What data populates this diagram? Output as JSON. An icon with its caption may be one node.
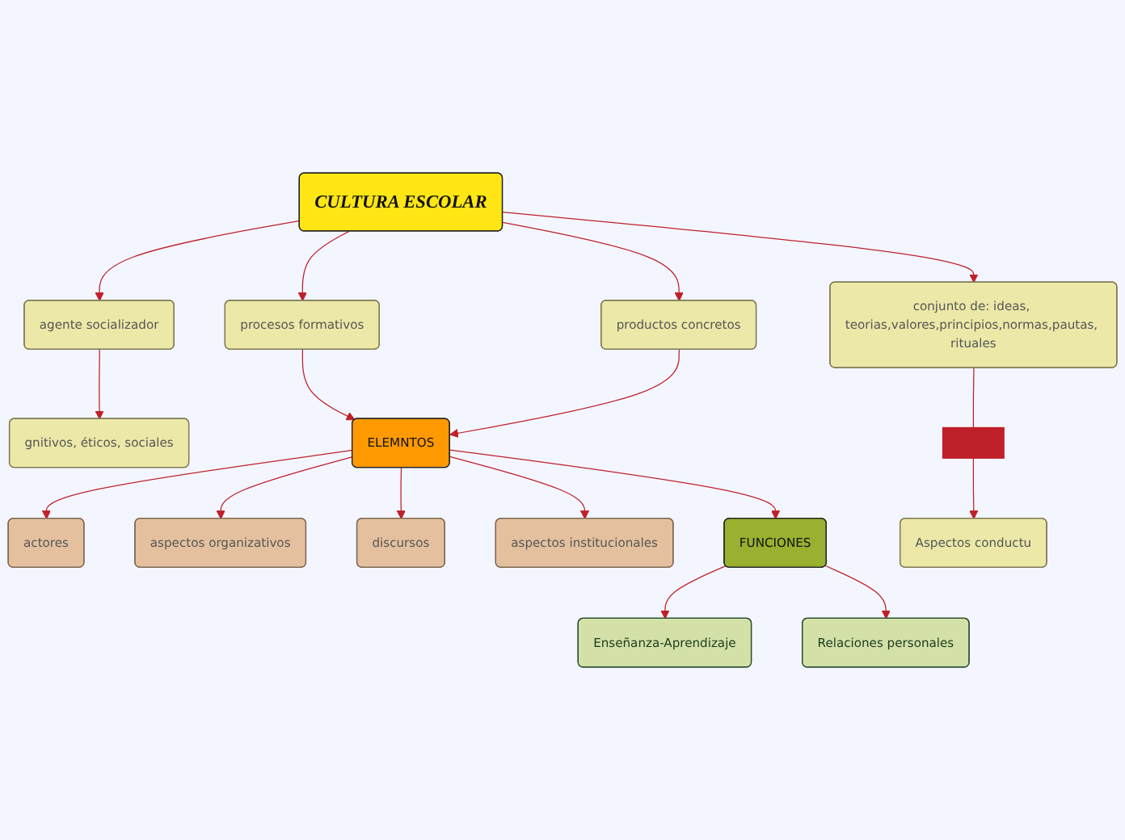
{
  "diagram": {
    "nodes": [
      {
        "text": [
          "CULTURA ESCOLAR"
        ]
      },
      {
        "text": [
          "agente socializador"
        ]
      },
      {
        "text": [
          "procesos formativos"
        ]
      },
      {
        "text": [
          "productos concretos"
        ]
      },
      {
        "text": [
          "conjunto de: ideas, teorias,valores,principios,normas,pautas, rituales"
        ]
      },
      {
        "text": [
          "gnitivos, éticos, sociales"
        ]
      },
      {
        "text": [
          "actores"
        ]
      },
      {
        "text": [
          "ELEMNTOS"
        ]
      },
      {
        "text": [
          "aspectos organizativos"
        ]
      },
      {
        "text": [
          "discursos"
        ]
      },
      {
        "text": [
          "aspectos institucionales"
        ]
      },
      {
        "text": [],
        "shape": "box"
      },
      {
        "text": [
          "Aspectos conductu"
        ]
      },
      {
        "text": [
          "FUNCIONES"
        ]
      },
      {
        "text": [
          "Enseñanza-Aprendizaje"
        ]
      },
      {
        "text": [
          "Relaciones personales"
        ]
      }
    ],
    "edges": [
      {
        "from": 0,
        "to": 1,
        "arrow": "to"
      },
      {
        "from": 0,
        "to": 2,
        "arrow": "to"
      },
      {
        "from": 0,
        "to": 3,
        "arrow": "to"
      },
      {
        "from": 0,
        "to": 4,
        "arrow": "to"
      },
      {
        "from": 1,
        "to": 5,
        "arrow": "to"
      },
      {
        "from": 2,
        "to": 7,
        "arrow": "to"
      },
      {
        "from": 3,
        "to": 7,
        "arrow": "to"
      },
      {
        "from": 4,
        "to": 11,
        "arrow": "none"
      },
      {
        "from": 11,
        "to": 12,
        "arrow": "to"
      },
      {
        "from": 7,
        "to": 6,
        "arrow": "to"
      },
      {
        "from": 7,
        "to": 8,
        "arrow": "to"
      },
      {
        "from": 7,
        "to": 9,
        "arrow": "to"
      },
      {
        "from": 7,
        "to": 10,
        "arrow": "to"
      },
      {
        "from": 7,
        "to": 13,
        "arrow": "to"
      },
      {
        "from": 13,
        "to": 14,
        "arrow": "to"
      },
      {
        "from": 13,
        "to": 15,
        "arrow": "to"
      }
    ]
  }
}
